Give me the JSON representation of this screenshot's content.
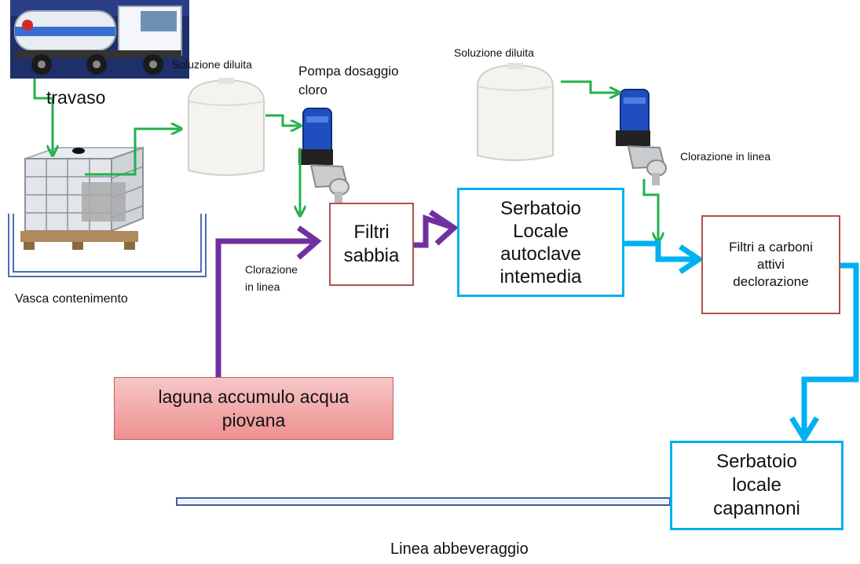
{
  "labels": {
    "travaso": "travaso",
    "soluzione_1": "Soluzione diluita",
    "pompa": "Pompa dosaggio\ncloro",
    "soluzione_2": "Soluzione diluita",
    "clorazione_linea_right": "Clorazione in linea",
    "clorazione_linea_left": "Clorazione\nin linea",
    "vasca": "Vasca contenimento",
    "linea": "Linea abbeveraggio"
  },
  "boxes": {
    "filtri_sabbia": "Filtri\nsabbia",
    "serbatoio_autoclave": "Serbatoio\nLocale\nautoclave\nintemedia",
    "filtri_carboni": "Filtri  a carboni\nattivi\ndeclorazione",
    "laguna": "laguna  accumulo acqua\npiovana",
    "serbatoio_capannoni": "Serbatoio\nlocale\ncapannoni"
  },
  "colors": {
    "chlorine_flow": "#22b14c",
    "rain_flow": "#7030a0",
    "water_flow": "#00b0f0",
    "filter_border": "#b0504f",
    "tank_border": "#00b0f0",
    "laguna_fill": "#f3a0a0",
    "containment": "#4a6fb5",
    "pump_blue": "#1f4fbf"
  }
}
